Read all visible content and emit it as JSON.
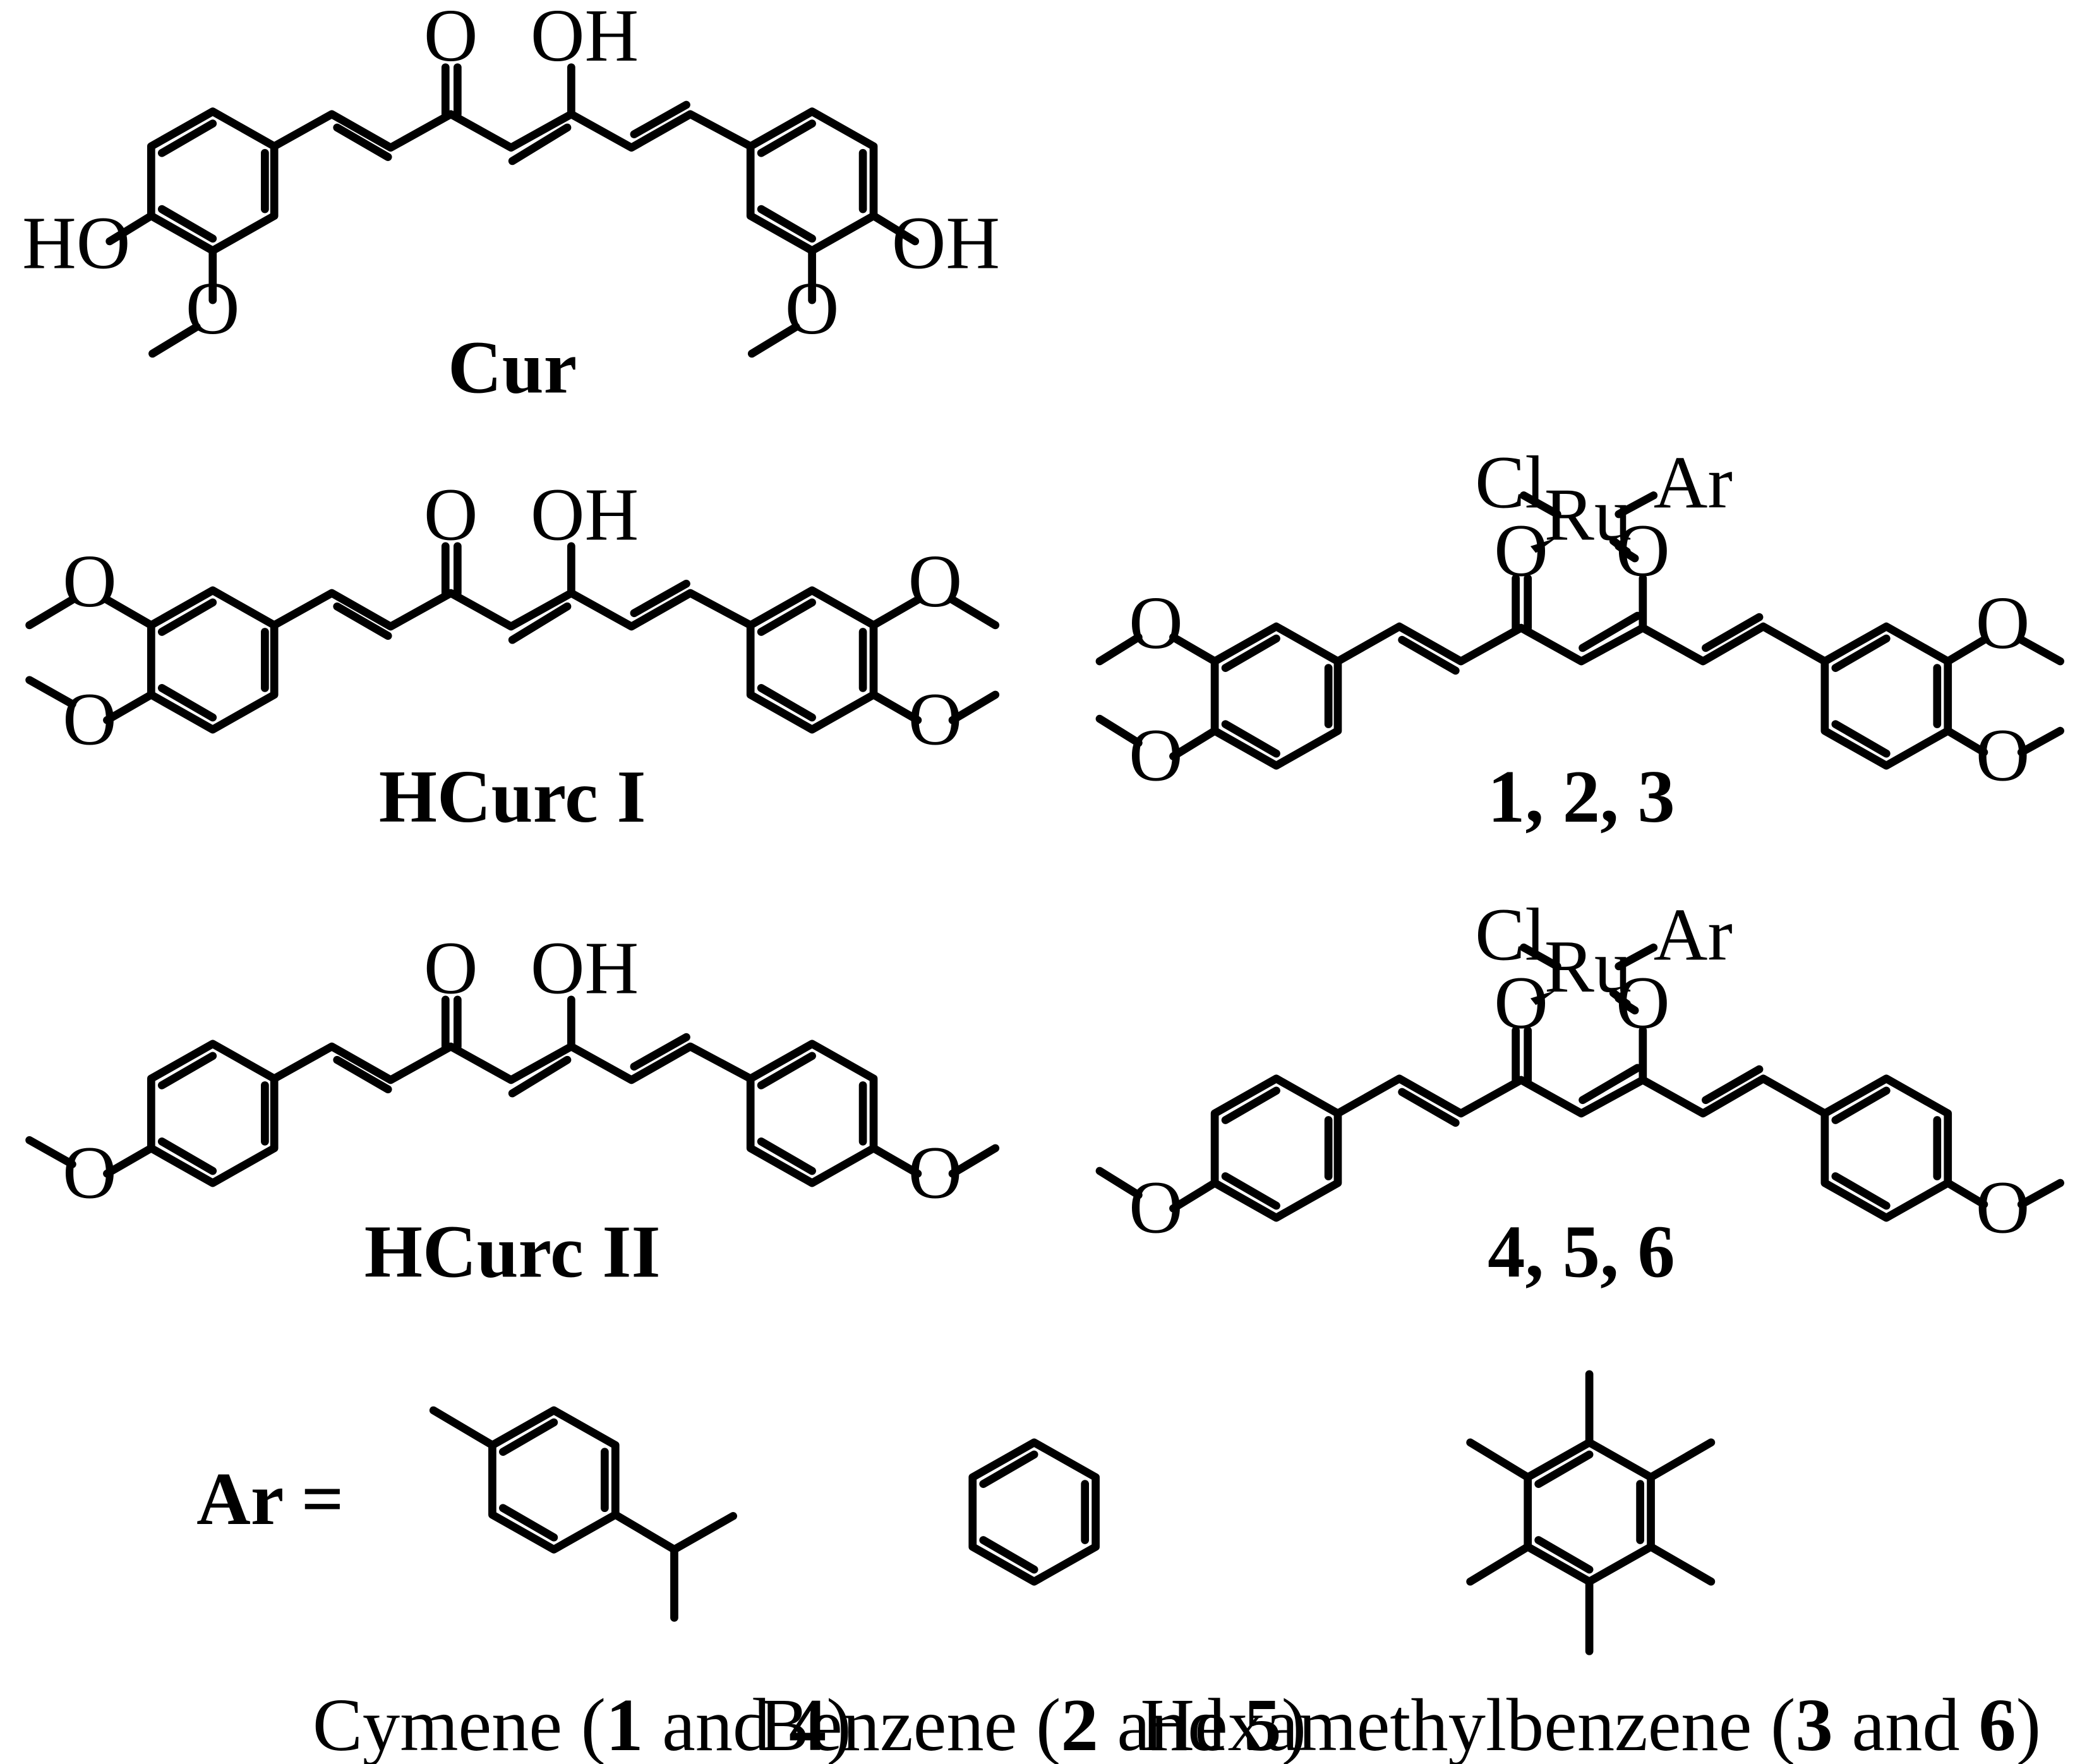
{
  "captions": {
    "cur": "Cur",
    "hcurc1": "HCurc I",
    "hcurc2": "HCurc II",
    "complex1": "1, 2, 3",
    "complex2": "4, 5, 6",
    "ar": "Ar ="
  },
  "atoms": {
    "O": "O",
    "OH": "OH",
    "HO": "HO",
    "Cl": "Cl",
    "Ru": "Ru",
    "Ar": "Ar"
  },
  "arene_names": {
    "cymene": {
      "name": "Cymene (",
      "n1": "1",
      "and": " and ",
      "n2": "4",
      "close": ")"
    },
    "benzene": {
      "name": "Benzene (",
      "n1": "2",
      "and": " and ",
      "n2": "5",
      "close": ")"
    },
    "hmb": {
      "name": "Hexamethylbenzene (",
      "n1": "3",
      "and": " and ",
      "n2": "6",
      "close": ")"
    }
  }
}
